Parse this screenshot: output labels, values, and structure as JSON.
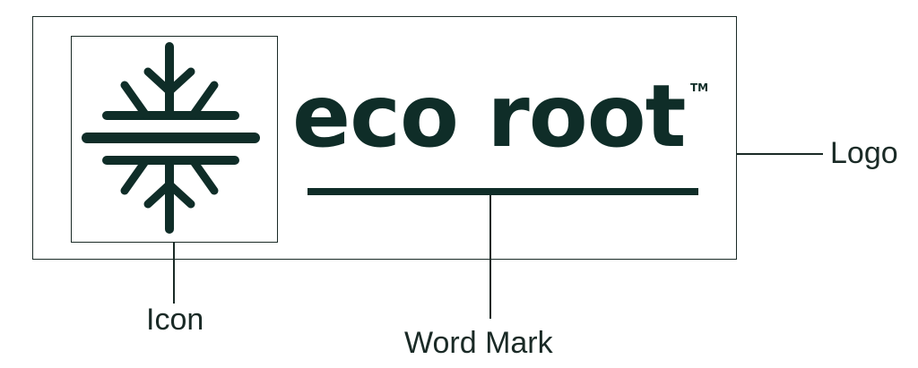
{
  "logo": {
    "wordmark_text": "eco root",
    "trademark": "TM",
    "brand_color": "#0f2d28",
    "icon": "snowflake-root-icon"
  },
  "callouts": {
    "icon_label": "Icon",
    "wordmark_label": "Word Mark",
    "logo_label": "Logo"
  },
  "colors": {
    "line": "#1a2a26",
    "background": "#ffffff"
  }
}
